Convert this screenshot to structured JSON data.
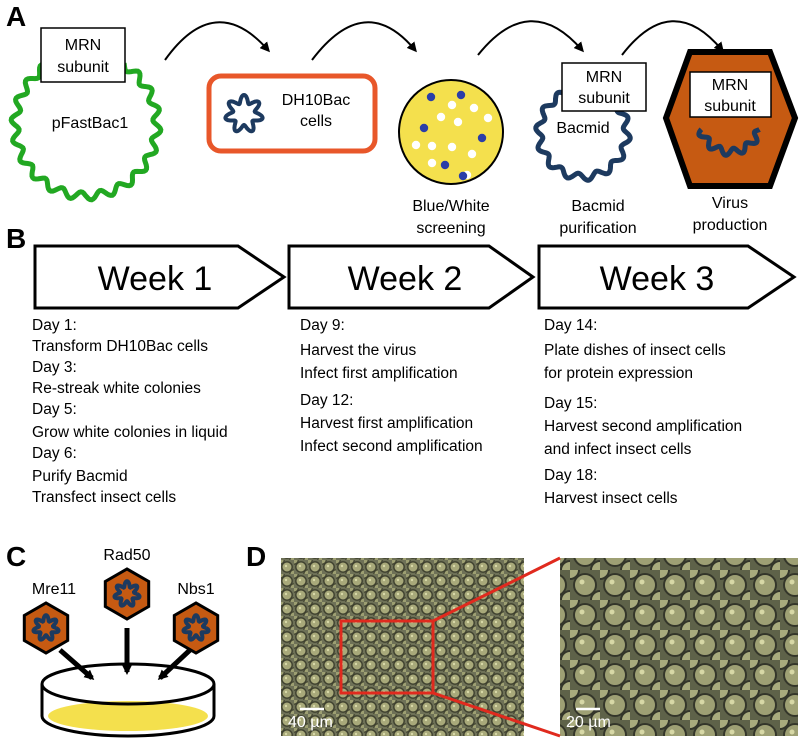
{
  "panels": {
    "a": "A",
    "b": "B",
    "c": "C",
    "d": "D"
  },
  "panel_a": {
    "plasmid_box_line1": "MRN",
    "plasmid_box_line2": "subunit",
    "plasmid_name": "pFastBac1",
    "cells_line1": "DH10Bac",
    "cells_line2": "cells",
    "screening_line1": "Blue/White",
    "screening_line2": "screening",
    "bacmid_box_line1": "MRN",
    "bacmid_box_line2": "subunit",
    "bacmid_name": "Bacmid",
    "bacmid_caption_line1": "Bacmid",
    "bacmid_caption_line2": "purification",
    "virus_box_line1": "MRN",
    "virus_box_line2": "subunit",
    "virus_caption_line1": "Virus",
    "virus_caption_line2": "production",
    "colors": {
      "plasmid": "#22a822",
      "cells_border": "#e8572a",
      "dna": "#1d3a5f",
      "plate": "#f4e04d",
      "blue_colony": "#2a3ea8",
      "virus": "#c65a12"
    }
  },
  "panel_b": {
    "weeks": [
      {
        "title": "Week 1",
        "lines": [
          "Day 1:",
          "Transform DH10Bac cells",
          "Day 3:",
          "Re-streak white colonies",
          "Day 5:",
          "Grow white colonies in liquid",
          "Day 6:",
          "Purify Bacmid",
          "Transfect insect cells"
        ]
      },
      {
        "title": "Week 2",
        "lines": [
          "Day 9:",
          "Harvest the virus",
          "Infect first amplification",
          "Day 12:",
          "Harvest first amplification",
          "Infect second amplification"
        ]
      },
      {
        "title": "Week 3",
        "lines": [
          "Day 14:",
          "Plate dishes of insect cells",
          "for protein expression",
          "Day 15:",
          "Harvest second amplification",
          "and infect insect cells",
          "Day 18:",
          "Harvest insect cells"
        ]
      }
    ]
  },
  "panel_c": {
    "viruses": [
      "Mre11",
      "Rad50",
      "Nbs1"
    ],
    "colors": {
      "virus": "#c65a12",
      "core": "#1d3a5f",
      "medium": "#f4e04d"
    }
  },
  "panel_d": {
    "scale_left": "40 µm",
    "scale_right": "20 µm",
    "colors": {
      "zoom_box": "#e02a1e"
    }
  }
}
